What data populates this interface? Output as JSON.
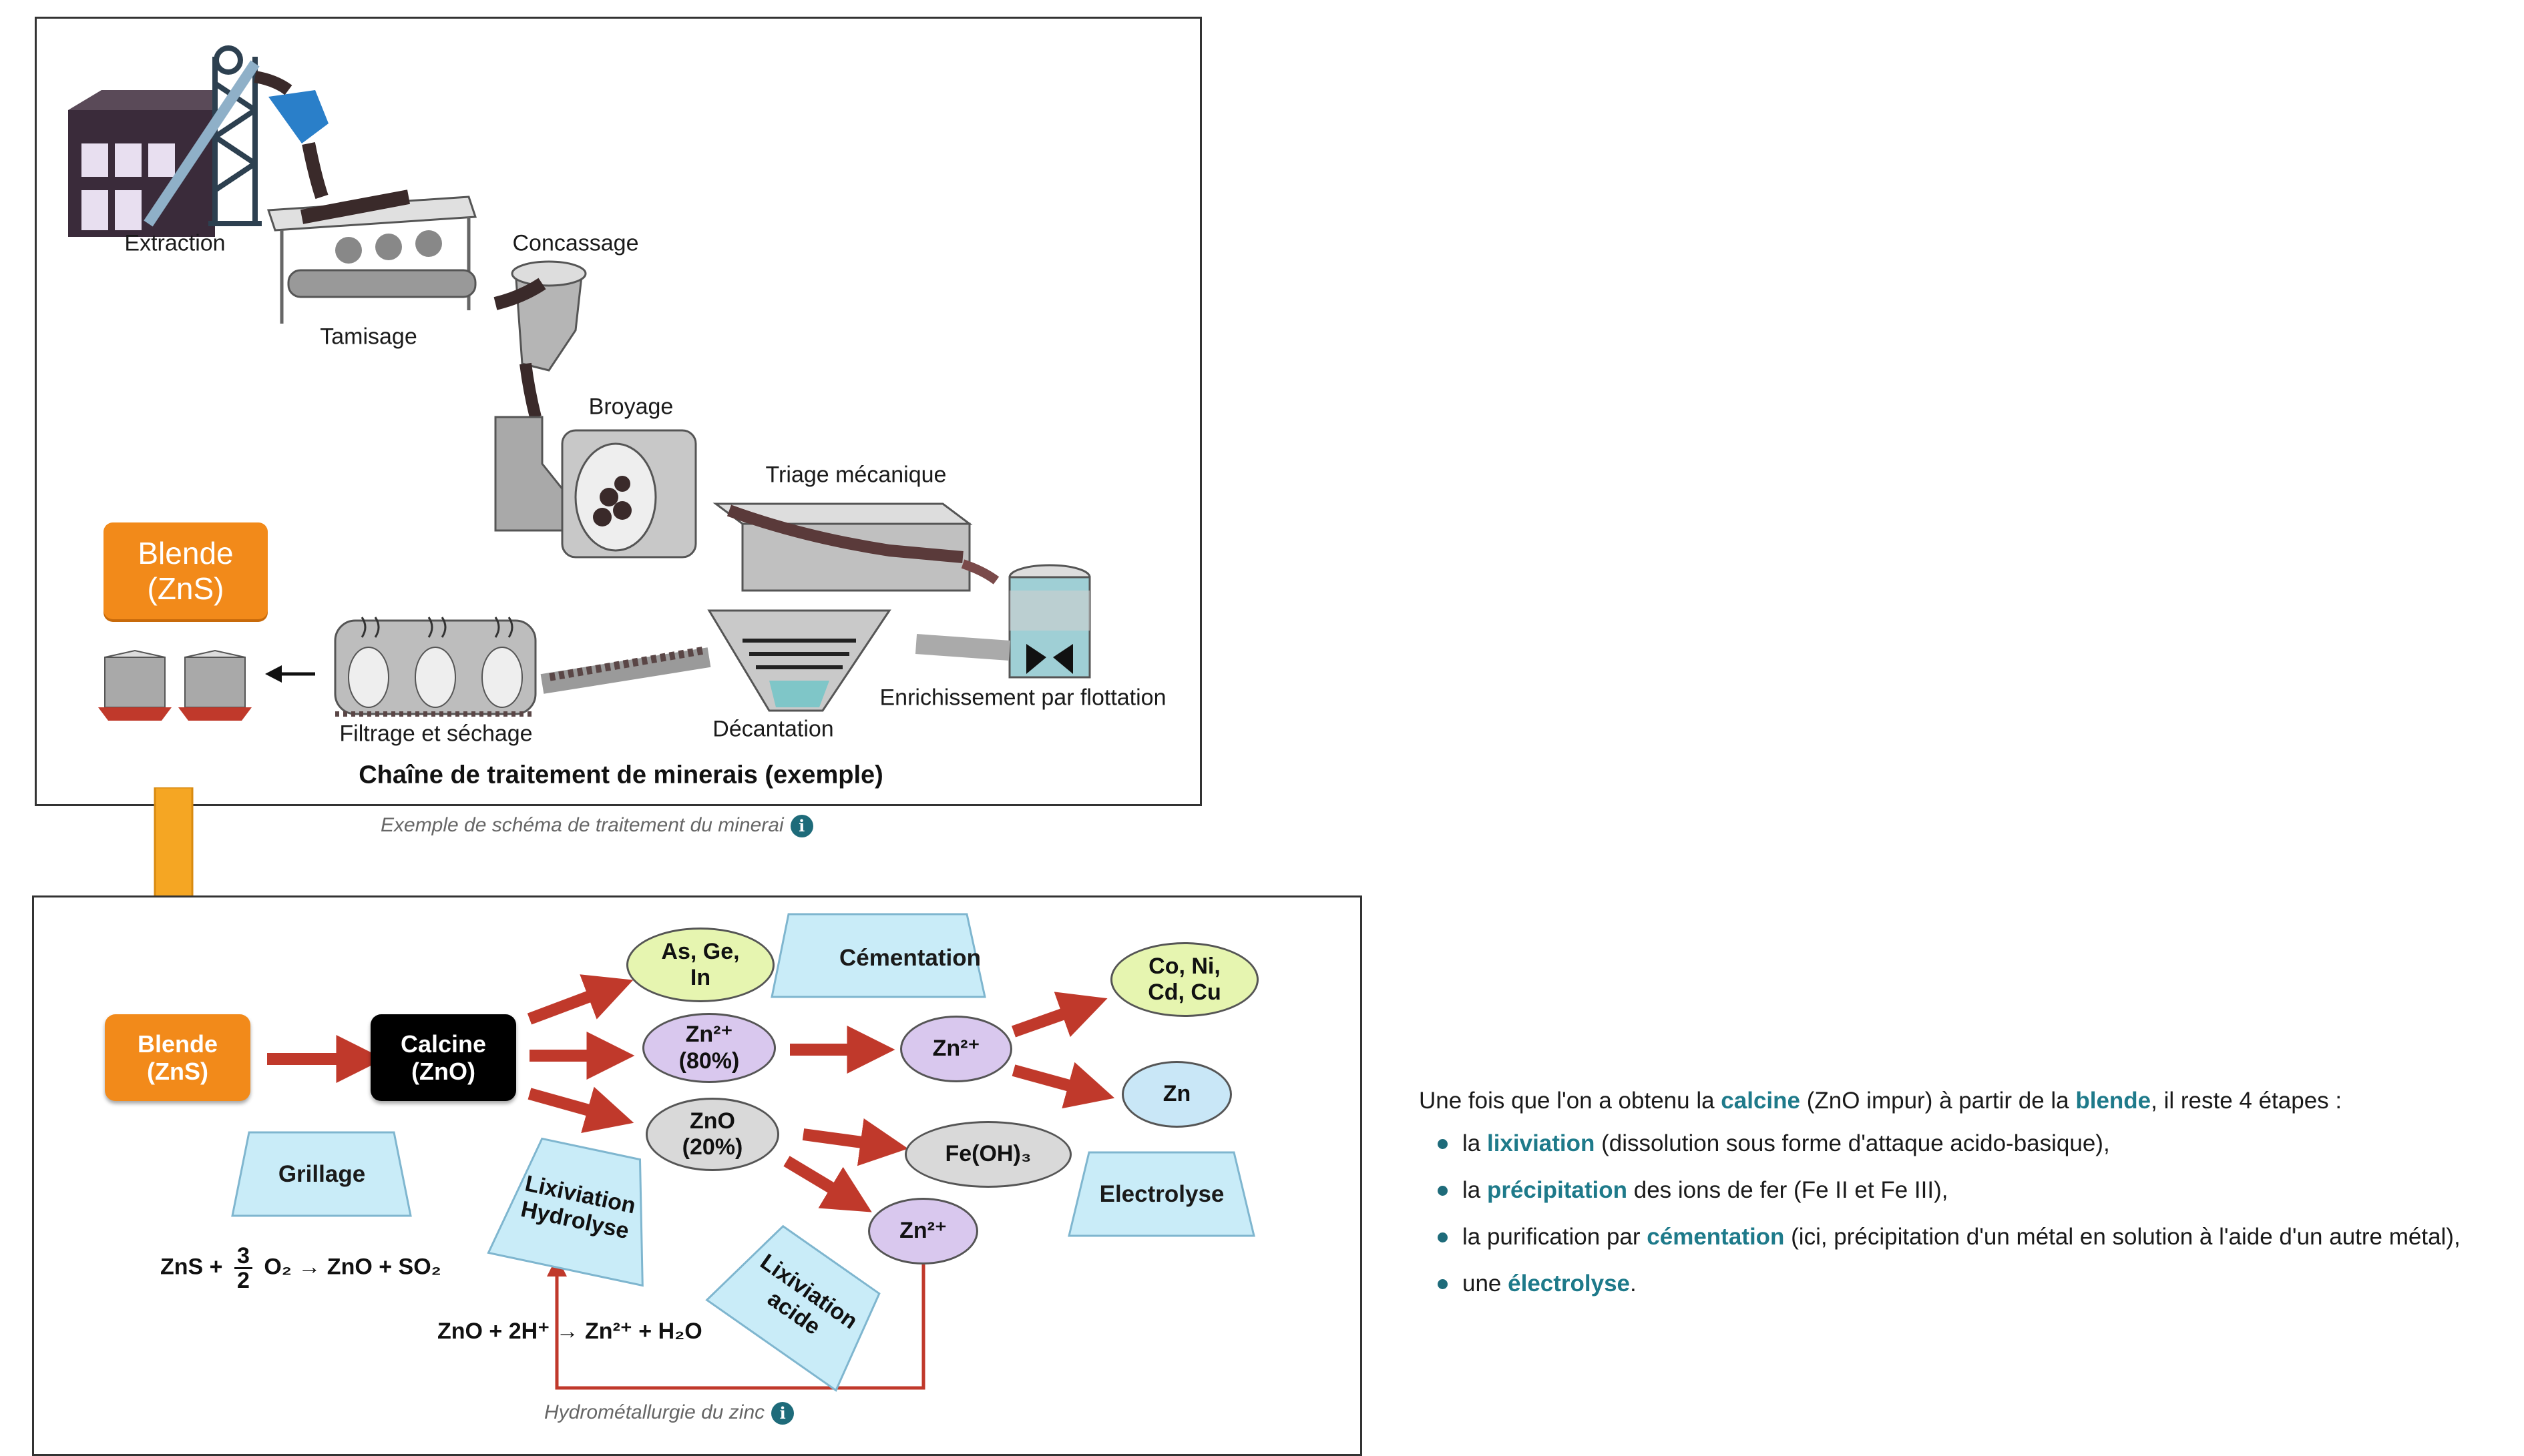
{
  "top_figure": {
    "labels": {
      "extraction": "Extraction",
      "concassage": "Concassage",
      "tamisage": "Tamisage",
      "broyage": "Broyage",
      "triage": "Triage mécanique",
      "enrichissement": "Enrichissement par flottation",
      "decantation": "Décantation",
      "filtrage": "Filtrage et séchage"
    },
    "blende_box": [
      "Blende",
      "(ZnS)"
    ],
    "title": "Chaîne de traitement de minerais (exemple)",
    "caption": "Exemple de schéma de traitement du minerai",
    "info_icon": "i",
    "colors": {
      "blende_orange": "#f28a1a",
      "arrow_orange": "#f5a623"
    }
  },
  "bottom_figure": {
    "nodes": {
      "blende": [
        "Blende",
        "(ZnS)"
      ],
      "calcine": [
        "Calcine",
        "(ZnO)"
      ],
      "as_ge_in": [
        "As, Ge,",
        "In"
      ],
      "zn_80": [
        "Zn²⁺",
        "(80%)"
      ],
      "zno_20": [
        "ZnO",
        "(20%)"
      ],
      "zn_mid": "Zn²⁺",
      "feoh3": "Fe(OH)₃",
      "zn_low": "Zn²⁺",
      "co_ni": [
        "Co, Ni,",
        "Cd, Cu"
      ],
      "zn": "Zn"
    },
    "process_labels": {
      "cementation": "Cémentation",
      "grillage": "Grillage",
      "lixiviation_hydrolyse": [
        "Lixiviation",
        "Hydrolyse"
      ],
      "lixiviation_acide": [
        "Lixiviation",
        "acide"
      ],
      "electrolyse": "Electrolyse"
    },
    "formulas": {
      "grillage": {
        "lhs": "ZnS +",
        "num": "3",
        "den": "2",
        "rhs": "O₂ → ZnO + SO₂"
      },
      "lixiviation": "ZnO + 2H⁺ → Zn²⁺ + H₂O"
    },
    "caption": "Hydrométallurgie du zinc",
    "info_icon": "i",
    "colors": {
      "green": "#e6f5b0",
      "purple": "#d9c8ee",
      "grey": "#d9d9d9",
      "blue": "#c9e7f7",
      "cyan_shape": "#c9ecf8",
      "red_arrow": "#c0392b",
      "black_box": "#000000"
    }
  },
  "side_text": {
    "intro": [
      "Une fois que l'on a obtenu la ",
      "calcine",
      " (ZnO impur) à partir de la ",
      "blende",
      ", il reste 4 étapes :"
    ],
    "items": [
      [
        "la ",
        "lixiviation",
        " (dissolution sous forme d'attaque acido-basique),"
      ],
      [
        "la ",
        "précipitation",
        " des ions de fer (Fe II et Fe III),"
      ],
      [
        "la purification par ",
        "cémentation",
        " (ici, précipitation d'un métal en solution à l'aide d'un autre métal),"
      ],
      [
        "une ",
        "électrolyse",
        "."
      ]
    ]
  }
}
